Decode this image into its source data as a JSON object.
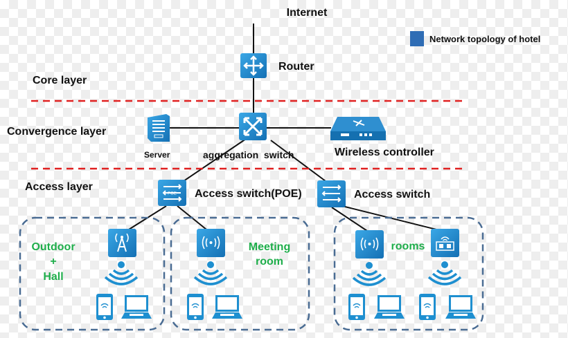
{
  "title": "Internet",
  "legend": {
    "label": "Network topology of hotel",
    "color": "#2f6db5"
  },
  "layers": {
    "core": "Core layer",
    "convergence": "Convergence layer",
    "access": "Access layer"
  },
  "devices": {
    "router": "Router",
    "server": "Server",
    "aggregation_switch": "aggregation  switch",
    "wireless_controller": "Wireless controller",
    "access_switch_poe": "Access switch(POE)",
    "access_switch": "Access switch",
    "poe_badge": "POE"
  },
  "zones": {
    "outdoor_line1": "Outdoor",
    "outdoor_line2": "+",
    "outdoor_line3": "Hall",
    "meeting_line1": "Meeting",
    "meeting_line2": "room",
    "rooms": "rooms"
  },
  "colors": {
    "device_blue": "#1e8fd0",
    "divider_red": "#e02020",
    "zone_border": "#4a6c93",
    "zone_label": "#1fae4b"
  }
}
